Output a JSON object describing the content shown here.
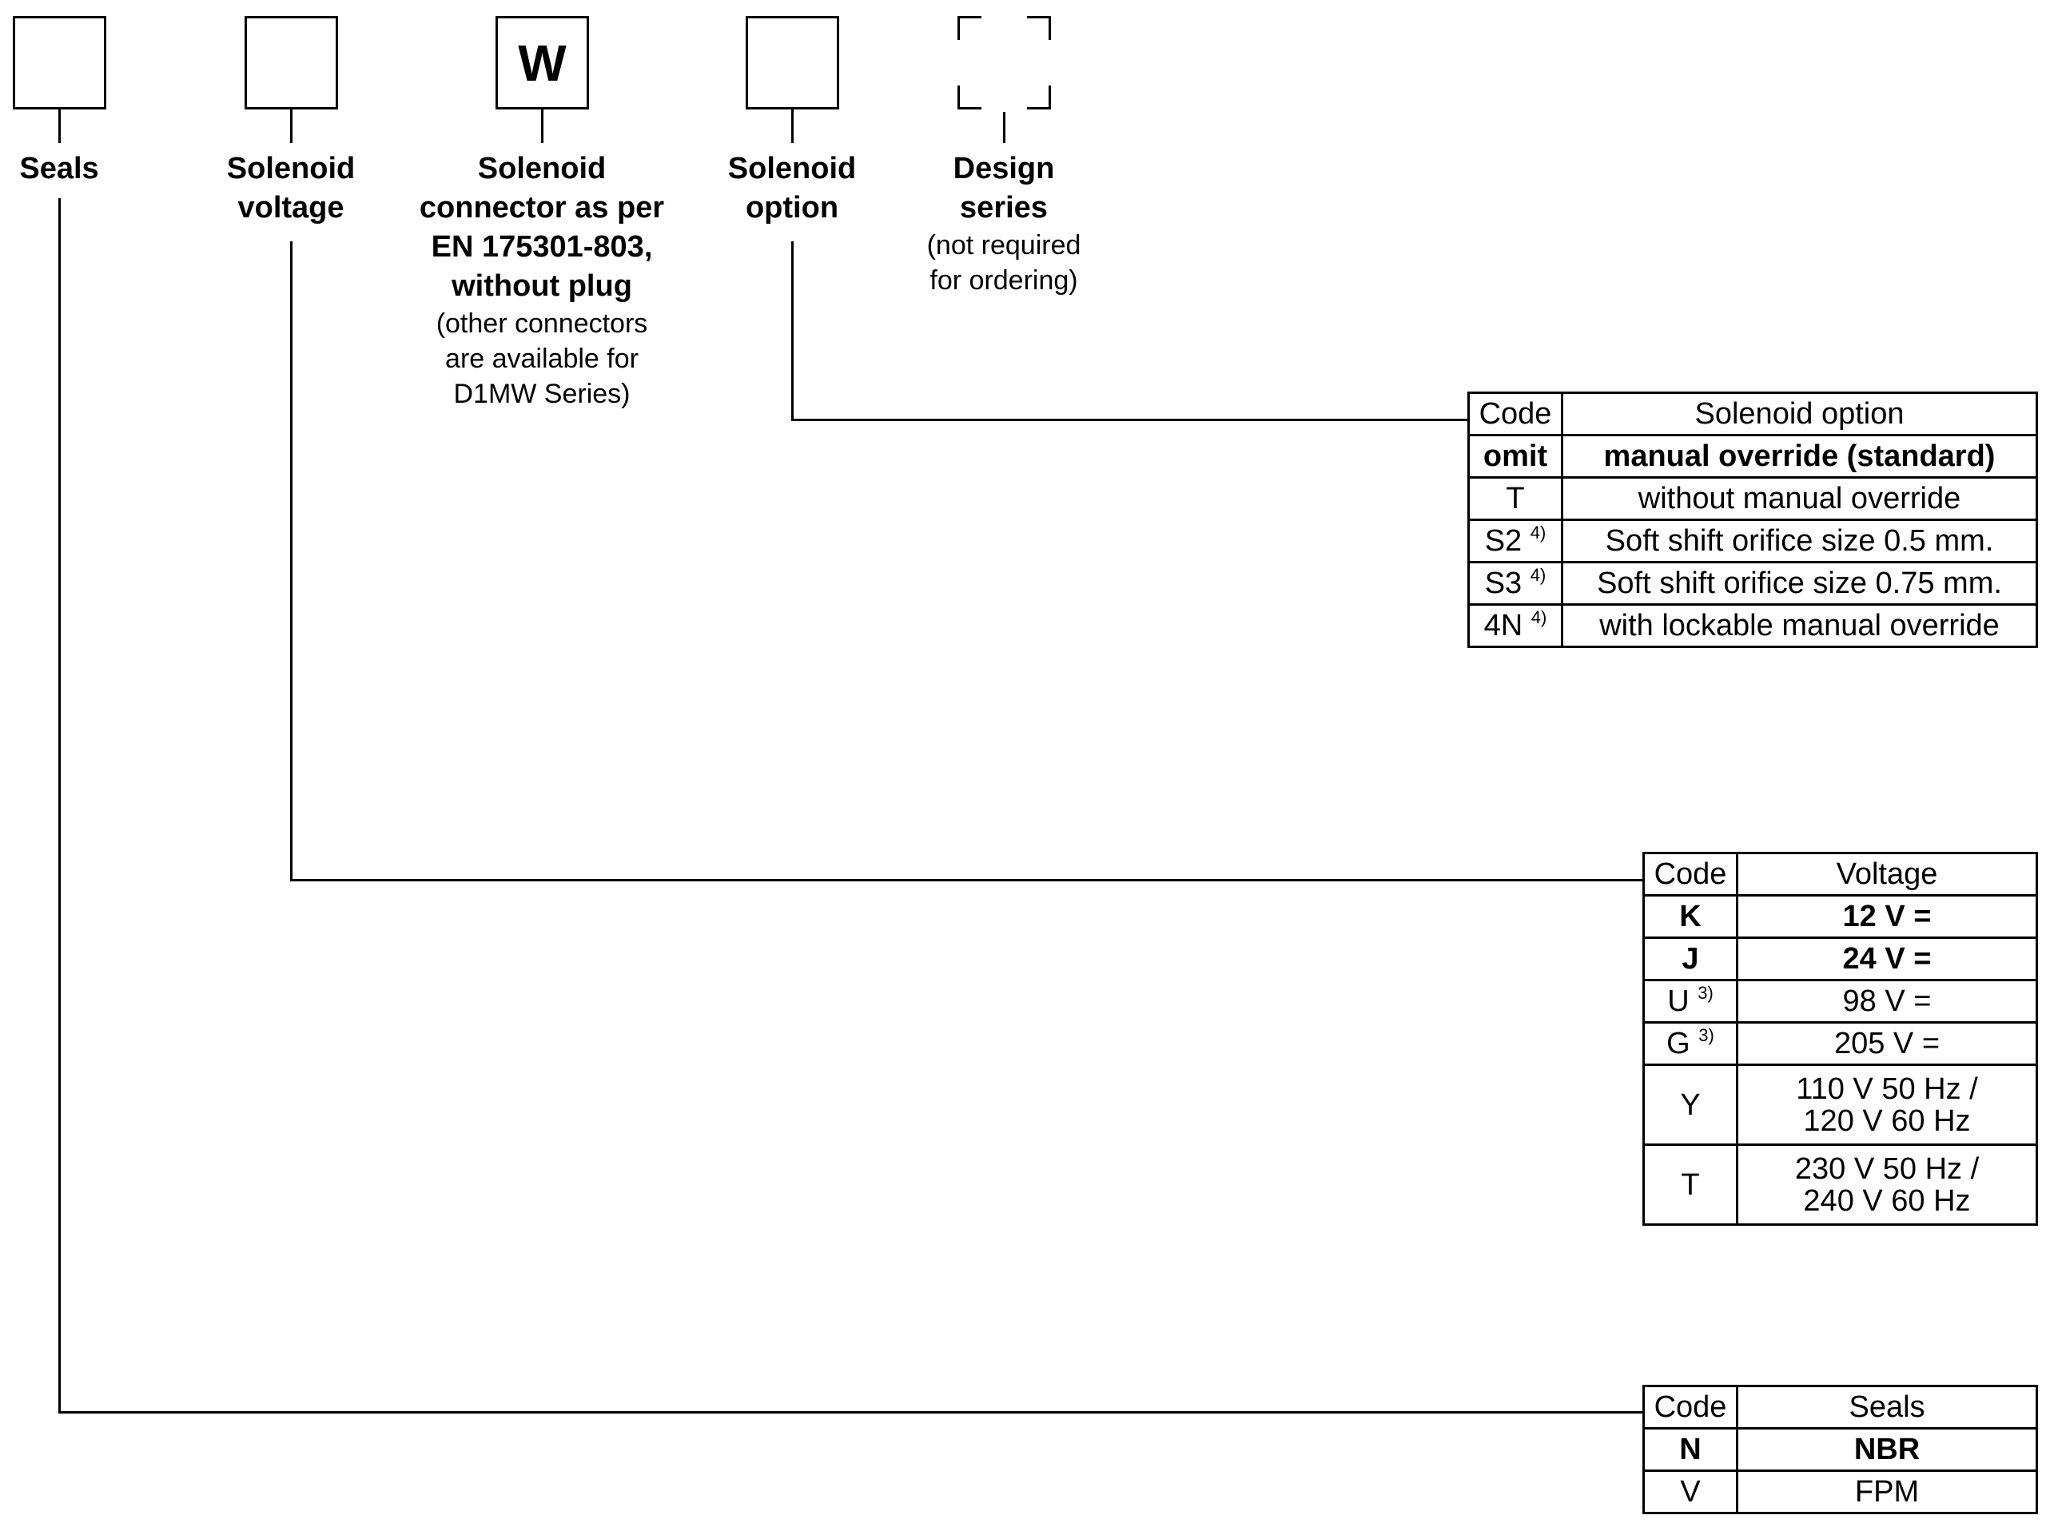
{
  "boxes": [
    {
      "label": "Seals",
      "note": "",
      "content": ""
    },
    {
      "label": "Solenoid\nvoltage",
      "note": "",
      "content": ""
    },
    {
      "label": "Solenoid\nconnector as per\nEN 175301-803,\nwithout plug",
      "note": "(other connectors\nare available for\nD1MW Series)",
      "content": "W"
    },
    {
      "label": "Solenoid\noption",
      "note": "",
      "content": ""
    },
    {
      "label": "Design\nseries",
      "note": "(not required\nfor ordering)",
      "content": ""
    }
  ],
  "tables": {
    "option": {
      "head": [
        "Code",
        "Solenoid option"
      ],
      "rows": [
        {
          "code": "omit",
          "sup": "",
          "desc": "manual override (standard)"
        },
        {
          "code": "T",
          "sup": "",
          "desc": "without manual override"
        },
        {
          "code": "S2",
          "sup": "4)",
          "desc": "Soft shift orifice size 0.5 mm."
        },
        {
          "code": "S3",
          "sup": "4)",
          "desc": "Soft shift orifice size 0.75 mm."
        },
        {
          "code": "4N",
          "sup": "4)",
          "desc": "with lockable manual override"
        }
      ]
    },
    "voltage": {
      "head": [
        "Code",
        "Voltage"
      ],
      "rows": [
        {
          "code": "K",
          "sup": "",
          "desc": "12 V ="
        },
        {
          "code": "J",
          "sup": "",
          "desc": "24 V ="
        },
        {
          "code": "U",
          "sup": "3)",
          "desc": "98 V ="
        },
        {
          "code": "G",
          "sup": "3)",
          "desc": "205 V ="
        },
        {
          "code": "Y",
          "sup": "",
          "desc": "110 V 50 Hz /\n120 V 60 Hz"
        },
        {
          "code": "T",
          "sup": "",
          "desc": "230 V 50 Hz /\n240 V 60 Hz"
        }
      ]
    },
    "seals": {
      "head": [
        "Code",
        "Seals"
      ],
      "rows": [
        {
          "code": "N",
          "sup": "",
          "desc": "NBR"
        },
        {
          "code": "V",
          "sup": "",
          "desc": "FPM"
        }
      ]
    }
  }
}
